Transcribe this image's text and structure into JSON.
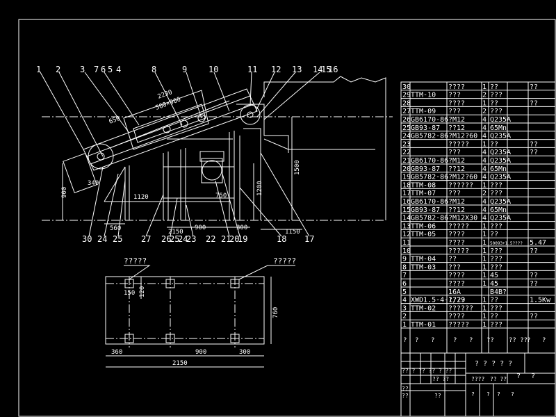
{
  "drawing": {
    "balloons": [
      "1",
      "2",
      "3",
      "7",
      "6",
      "5",
      "4",
      "8",
      "9",
      "10",
      "11",
      "12",
      "13",
      "14",
      "15",
      "16"
    ],
    "balloons_bottom": [
      "30",
      "24",
      "25",
      "27",
      "26",
      "25",
      "24",
      "23",
      "22",
      "21",
      "20",
      "19",
      "18",
      "17"
    ],
    "dims_side": {
      "d2230": "2230",
      "d500x900": "500×900",
      "d650": "650",
      "d340": "340",
      "d900v": "900",
      "d1120": "1120",
      "d750": "750",
      "d1200": "1200",
      "d1500": "1500",
      "d560": "560",
      "d2150": "2150",
      "d900": "900",
      "d300": "300",
      "d1150": "1150"
    },
    "plan": {
      "label_left": "?????",
      "label_right": "?????",
      "d150": "150",
      "d120": "120",
      "d760": "760",
      "d360": "360",
      "d900": "900",
      "d300": "300",
      "d2150": "2150"
    }
  },
  "bom": {
    "rows": [
      {
        "no": "30",
        "code": "",
        "name": "????",
        "qty": "1",
        "mat": "??",
        "note": "??"
      },
      {
        "no": "29",
        "code": "TTM-10",
        "name": "???",
        "qty": "2",
        "mat": "???",
        "note": ""
      },
      {
        "no": "28",
        "code": "",
        "name": "????",
        "qty": "1",
        "mat": "??",
        "note": "??"
      },
      {
        "no": "27",
        "code": "TTM-09",
        "name": "???",
        "qty": "2",
        "mat": "???",
        "note": ""
      },
      {
        "no": "26",
        "code": "GB6170-86",
        "name": "?M12",
        "qty": "4",
        "mat": "Q235A",
        "note": ""
      },
      {
        "no": "25",
        "code": "GB93-87",
        "name": "??12",
        "qty": "4",
        "mat": "65Mn",
        "note": ""
      },
      {
        "no": "24",
        "code": "GB5782-86",
        "name": "?M12?60",
        "qty": "4",
        "mat": "Q235A",
        "note": ""
      },
      {
        "no": "23",
        "code": "",
        "name": "?????",
        "qty": "1",
        "mat": "??",
        "note": "??"
      },
      {
        "no": "22",
        "code": "",
        "name": "???",
        "qty": "4",
        "mat": "Q235A",
        "note": "??"
      },
      {
        "no": "21",
        "code": "GB6170-86",
        "name": "?M12",
        "qty": "4",
        "mat": "Q235A",
        "note": ""
      },
      {
        "no": "20",
        "code": "GB93-87",
        "name": "??12",
        "qty": "4",
        "mat": "65Mn",
        "note": ""
      },
      {
        "no": "19",
        "code": "GB5782-86",
        "name": "?M12?60",
        "qty": "4",
        "mat": "Q235A",
        "note": ""
      },
      {
        "no": "18",
        "code": "TTM-08",
        "name": "??????",
        "qty": "1",
        "mat": "???",
        "note": ""
      },
      {
        "no": "17",
        "code": "TTM-07",
        "name": "???",
        "qty": "2",
        "mat": "???",
        "note": ""
      },
      {
        "no": "16",
        "code": "GB6170-86",
        "name": "?M12",
        "qty": "4",
        "mat": "Q235A",
        "note": ""
      },
      {
        "no": "15",
        "code": "GB93-87",
        "name": "??12",
        "qty": "4",
        "mat": "65Mn",
        "note": ""
      },
      {
        "no": "14",
        "code": "GB5782-86",
        "name": "?M12X30",
        "qty": "4",
        "mat": "Q235A",
        "note": ""
      },
      {
        "no": "13",
        "code": "TTM-06",
        "name": "?????",
        "qty": "1",
        "mat": "???",
        "note": ""
      },
      {
        "no": "12",
        "code": "TTM-05",
        "name": "????",
        "qty": "1",
        "mat": "??",
        "note": ""
      },
      {
        "no": "11",
        "code": "",
        "name": "????",
        "qty": "1",
        "mat": "50093+1.5????",
        "note": "5.47"
      },
      {
        "no": "10",
        "code": "",
        "name": "?????",
        "qty": "1",
        "mat": "???",
        "note": "??"
      },
      {
        "no": "9",
        "code": "TTM-04",
        "name": "??",
        "qty": "1",
        "mat": "???",
        "note": ""
      },
      {
        "no": "8",
        "code": "TTM-03",
        "name": "???",
        "qty": "1",
        "mat": "???",
        "note": ""
      },
      {
        "no": "7",
        "code": "",
        "name": "????",
        "qty": "1",
        "mat": "45",
        "note": "??"
      },
      {
        "no": "6",
        "code": "",
        "name": "????",
        "qty": "1",
        "mat": "45",
        "note": "??"
      },
      {
        "no": "5",
        "code": "",
        "name": "16A",
        "qty": "",
        "mat": "B4B?",
        "note": ""
      },
      {
        "no": "4",
        "code": "XWD1.5-4-1/29",
        "name": "????",
        "qty": "1",
        "mat": "??",
        "note": "1.5Kw"
      },
      {
        "no": "3",
        "code": "TTM-02",
        "name": "??????",
        "qty": "1",
        "mat": "???",
        "note": ""
      },
      {
        "no": "2",
        "code": "",
        "name": "????",
        "qty": "1",
        "mat": "??",
        "note": "??"
      },
      {
        "no": "1",
        "code": "TTM-01",
        "name": "?????",
        "qty": "1",
        "mat": "???",
        "note": ""
      }
    ],
    "header": [
      "?",
      "?",
      "?",
      "?",
      "?",
      "??",
      "??\n??",
      "?",
      "?"
    ],
    "title_block": {
      "title": "? ? ? ? ?",
      "c1": "?",
      "c2": "?",
      "left_labels": [
        "?? ? ?? ?? ? ??",
        "?? ??",
        "????",
        "?? ??"
      ],
      "bottom": [
        "??",
        "??",
        "??",
        "?",
        "?",
        "?",
        "?"
      ]
    }
  }
}
